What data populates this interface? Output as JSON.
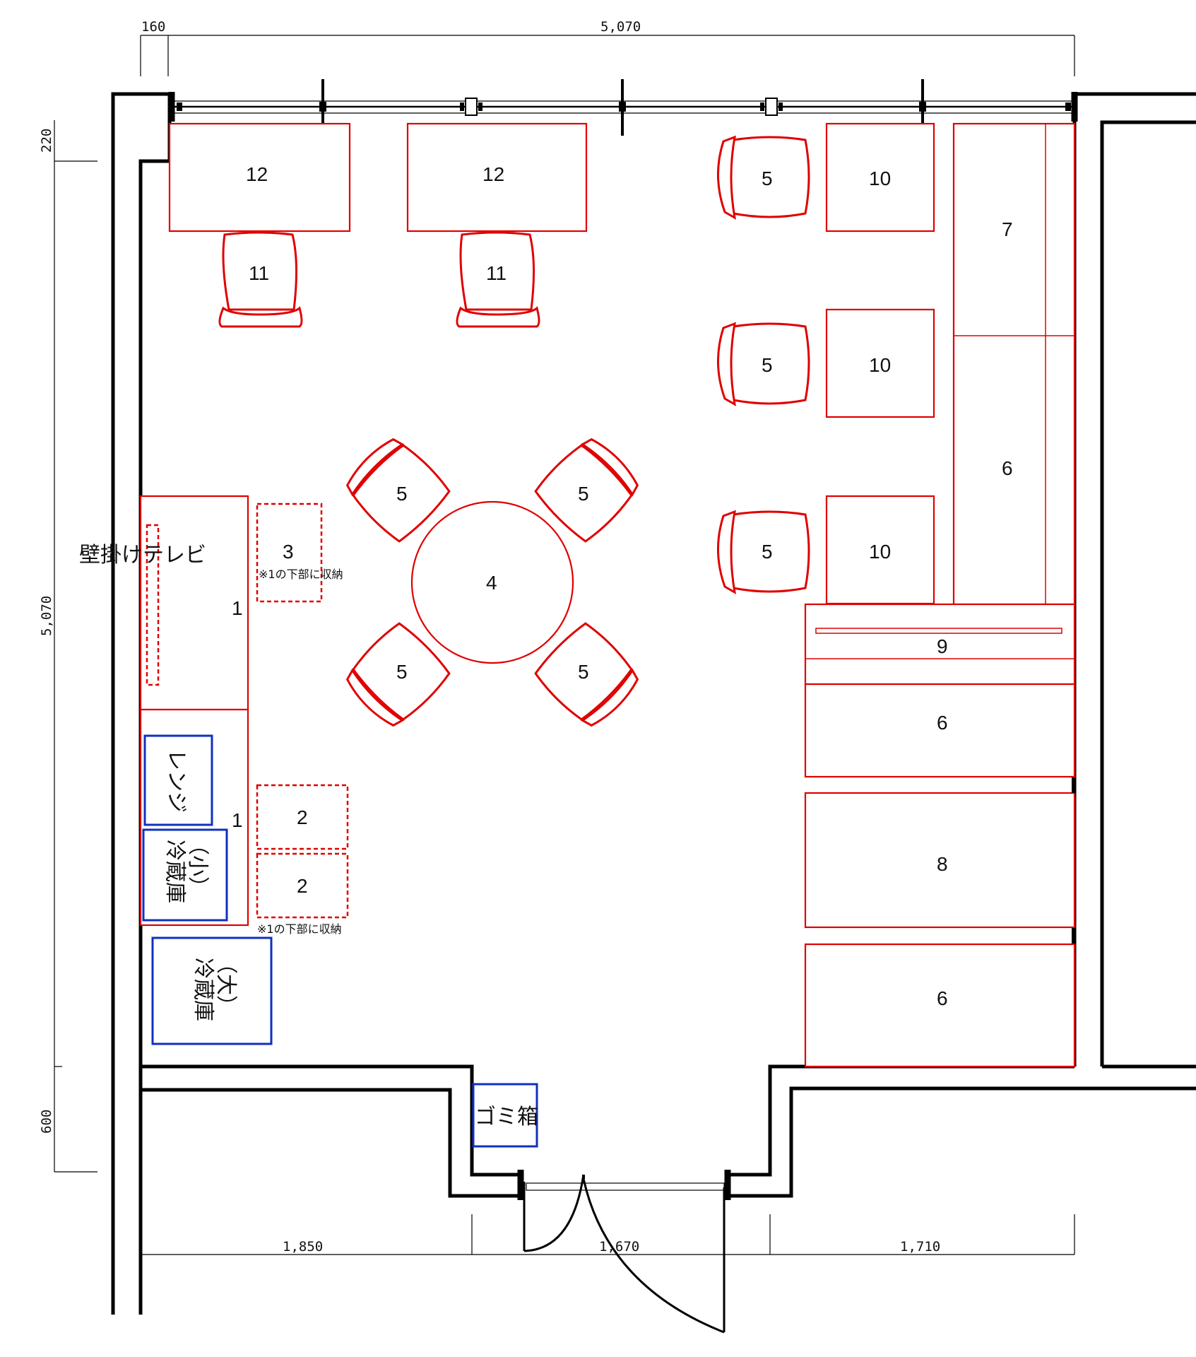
{
  "dimensions": {
    "top_wall": "160",
    "top_total": "5,070",
    "left_top": "220",
    "left_total": "5,070",
    "left_bottom": "600",
    "bottom_left": "1,850",
    "bottom_mid": "1,670",
    "bottom_right": "1,710"
  },
  "items": {
    "desk_a": "12",
    "desk_b": "12",
    "chair_a": "11",
    "chair_b": "11",
    "side_chair_1": "5",
    "side_chair_2": "5",
    "side_chair_3": "5",
    "side_desk_1": "10",
    "side_desk_2": "10",
    "side_desk_3": "10",
    "shelf_top": "7",
    "shelf_mid": "6",
    "table_round": "4",
    "round_chair_tl": "5",
    "round_chair_tr": "5",
    "round_chair_bl": "5",
    "round_chair_br": "5",
    "counter_upper": "1",
    "counter_lower": "1",
    "storage_3": "3",
    "storage_2a": "2",
    "storage_2b": "2",
    "cabinet_9": "9",
    "cabinet_6a": "6",
    "cabinet_8": "8",
    "cabinet_6b": "6"
  },
  "labels": {
    "wall_tv": "壁掛けテレビ",
    "note_storage_top": "※1の下部に収納",
    "note_storage_bottom": "※1の下部に収納",
    "microwave": "レンジ",
    "fridge_small_1": "冷蔵庫",
    "fridge_small_2": "（小）",
    "fridge_large_1": "冷蔵庫",
    "fridge_large_2": "（大）",
    "trash": "ゴミ箱"
  },
  "colors": {
    "furniture": "#e00000",
    "appliance": "#1030c0",
    "wall": "#000000"
  }
}
